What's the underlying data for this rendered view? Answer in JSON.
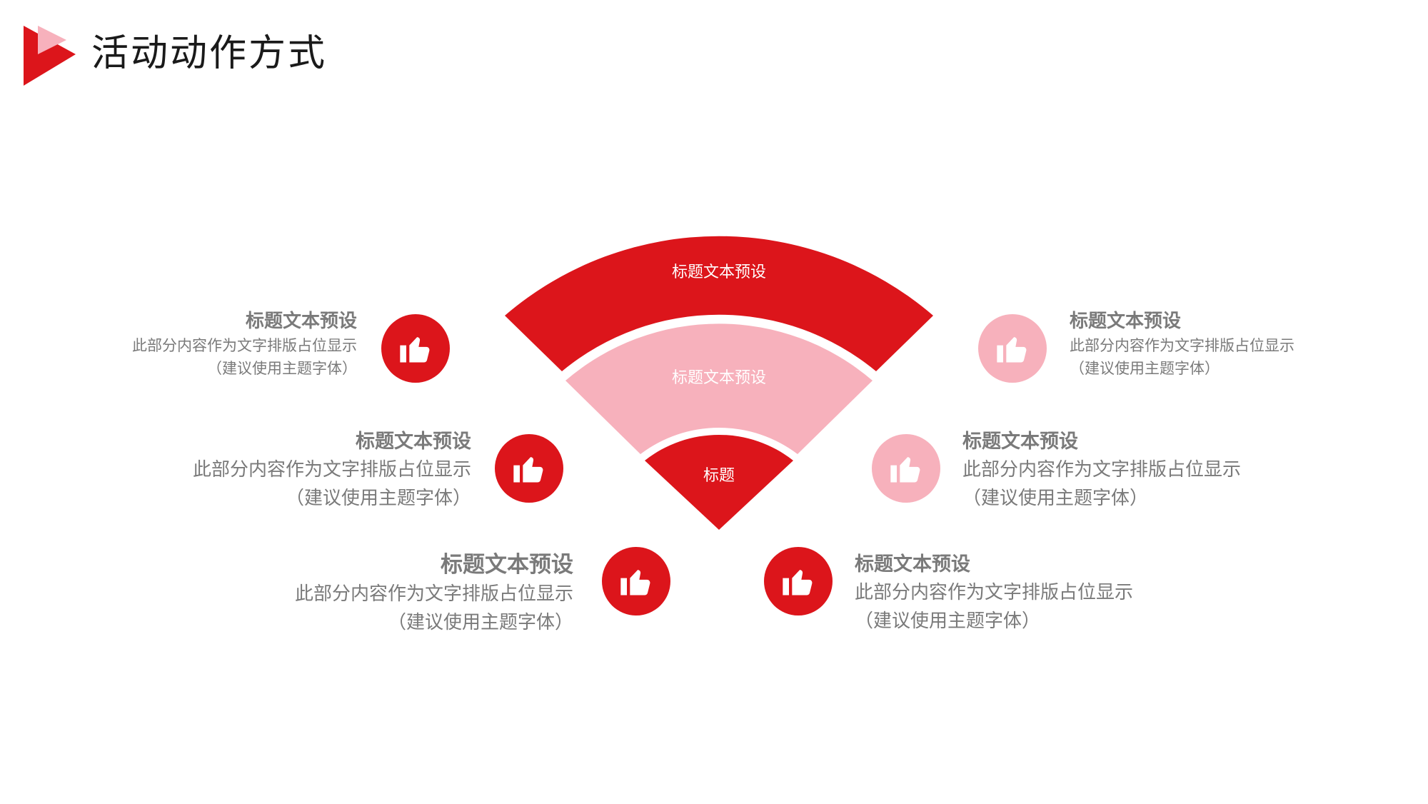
{
  "page": {
    "title": "活动动作方式"
  },
  "colors": {
    "red": "#dc151b",
    "pink": "#f7b1bc",
    "text": "#7a7a7a",
    "title": "#1a1a1a"
  },
  "fan": {
    "outer_label": "标题文本预设",
    "middle_label": "标题文本预设",
    "inner_label": "标题"
  },
  "items": [
    {
      "title": "标题文本预设",
      "line1": "此部分内容作为文字排版占位显示",
      "line2": "（建议使用主题字体）",
      "icon": "thumbs-up-icon"
    },
    {
      "title": "标题文本预设",
      "line1": "此部分内容作为文字排版占位显示",
      "line2": "（建议使用主题字体）",
      "icon": "thumbs-up-icon"
    },
    {
      "title": "标题文本预设",
      "line1": "此部分内容作为文字排版占位显示",
      "line2": "（建议使用主题字体）",
      "icon": "thumbs-up-icon"
    },
    {
      "title": "标题文本预设",
      "line1": "此部分内容作为文字排版占位显示",
      "line2": "（建议使用主题字体）",
      "icon": "thumbs-up-icon"
    },
    {
      "title": "标题文本预设",
      "line1": "此部分内容作为文字排版占位显示",
      "line2": "（建议使用主题字体）",
      "icon": "thumbs-up-icon"
    },
    {
      "title": "标题文本预设",
      "line1": "此部分内容作为文字排版占位显示",
      "line2": "（建议使用主题字体）",
      "icon": "thumbs-up-icon"
    }
  ]
}
